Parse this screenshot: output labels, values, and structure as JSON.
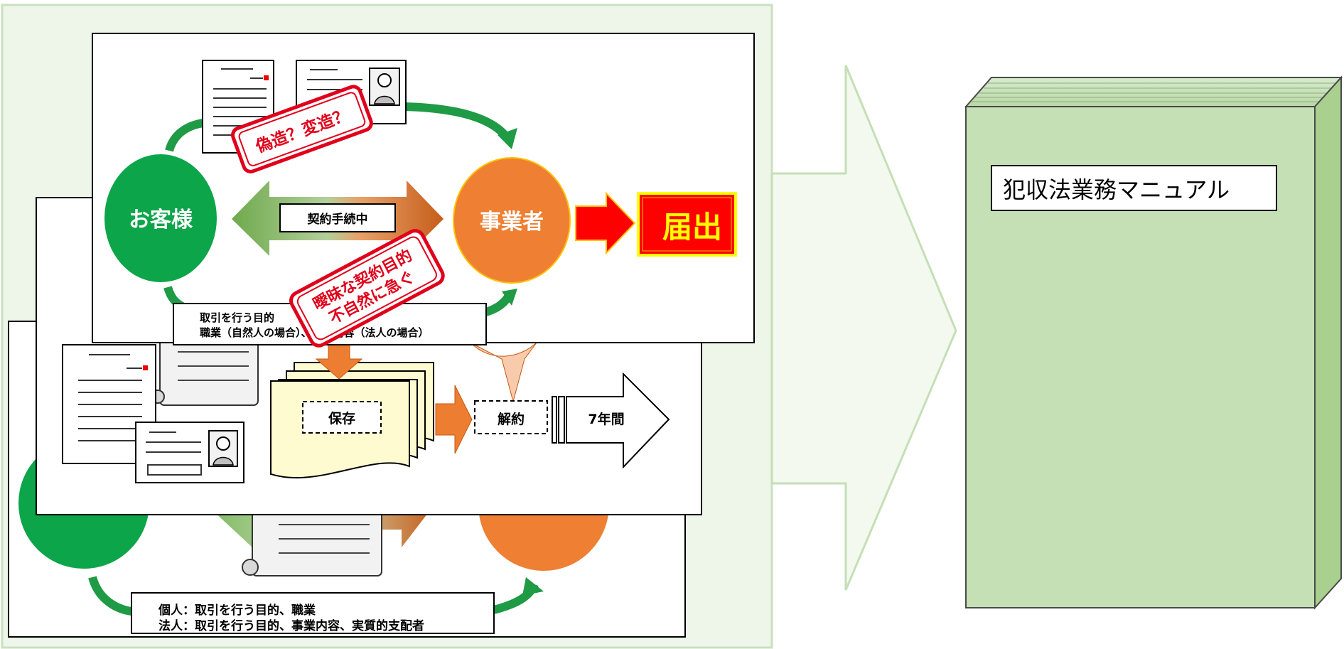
{
  "diagram": {
    "customer": "お客様",
    "business": "事業者",
    "contract_in_progress": "契約手続中",
    "stamp_forgery": "偽造？変造？",
    "stamp_suspicious_line1": "曖昧な契約目的",
    "stamp_suspicious_line2": "不自然に急ぐ",
    "report": "届出",
    "confirm_line1": "取引を行う目的",
    "confirm_line2": "職業（自然人の場合）、事業内容（法人の場合）",
    "save": "保存",
    "cancellation": "解約",
    "retention_period": "7年間",
    "individual_line": "個人：取引を行う目的、職業",
    "corporate_line": "法人：取引を行う目的、事業内容、実質的支配者",
    "manual_title": "犯収法業務マニュアル"
  },
  "colors": {
    "background_panel": "#eef6ea",
    "panel_border": "#c9e0bf",
    "customer_green": "#0ca54a",
    "business_orange": "#ee7f33",
    "report_red": "#ff0000",
    "report_text": "#ffff00",
    "stamp_red": "#e0001b",
    "manual_green": "#c5e0b4",
    "doc_yellow": "#fffbd1"
  }
}
